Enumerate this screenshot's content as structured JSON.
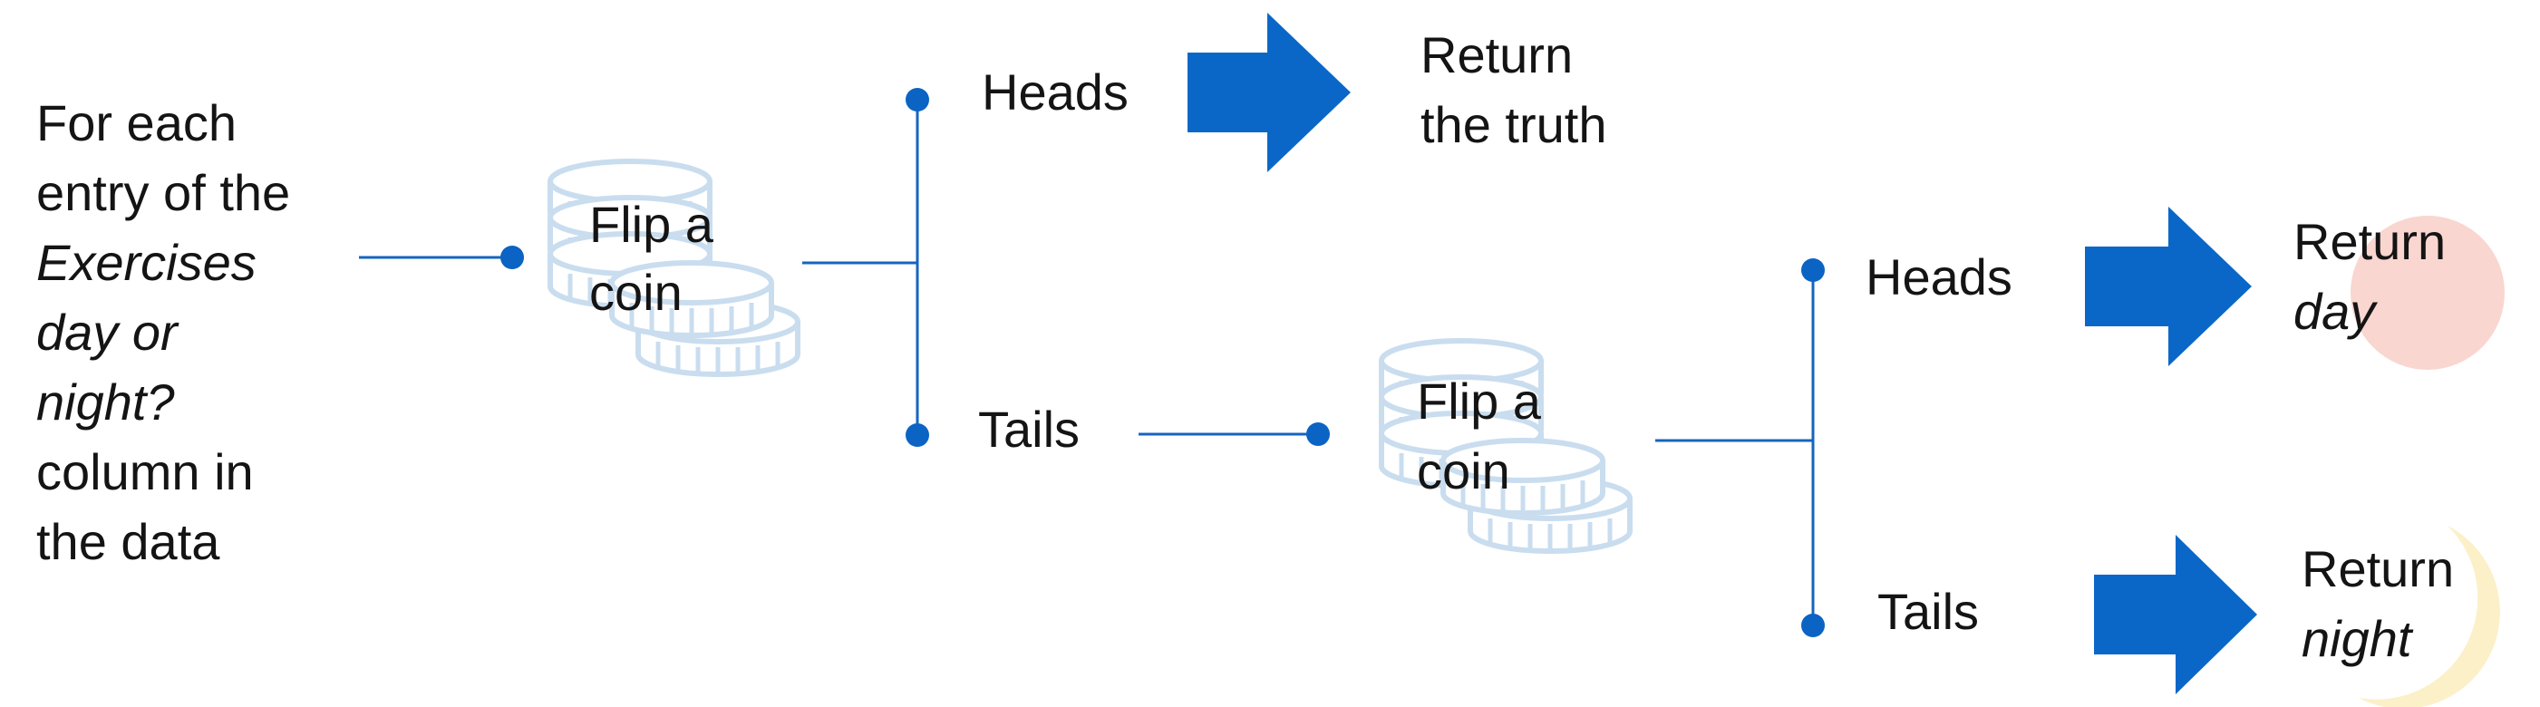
{
  "colors": {
    "line": "#1565c0",
    "dot": "#0b63c4",
    "arrow": "#0a67c8",
    "coin_outline": "#c9ddef",
    "day_circle": "#f9d6d0",
    "night_moon": "#fbf0c8"
  },
  "icons": {
    "coins": "coin-stack-icon",
    "arrow": "right-arrow-icon",
    "day": "sun-circle-icon",
    "night": "crescent-moon-icon"
  },
  "intro": {
    "line1": "For each",
    "line2": "entry of the",
    "line3_italic": "Exercises",
    "line4_italic": "day or",
    "line5_italic": "night?",
    "line6": "column in",
    "line7": "the data"
  },
  "first_flip": {
    "line1": "Flip a",
    "line2": "coin"
  },
  "branch1": {
    "heads": {
      "label": "Heads",
      "result_line1": "Return",
      "result_line2": "the truth"
    },
    "tails": {
      "label": "Tails"
    }
  },
  "second_flip": {
    "line1": "Flip a",
    "line2": "coin"
  },
  "branch2": {
    "heads": {
      "label": "Heads",
      "result_line1": "Return",
      "result_line2_italic": "day"
    },
    "tails": {
      "label": "Tails",
      "result_line1": "Return",
      "result_line2_italic": "night"
    }
  }
}
